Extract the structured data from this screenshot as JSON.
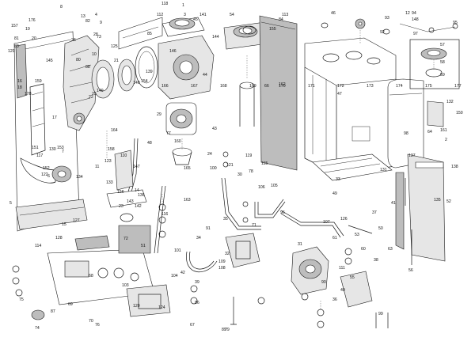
{
  "diagram": {
    "type": "exploded-parts-view",
    "part_labels": [
      "176",
      "157",
      "81",
      "83",
      "16",
      "18",
      "145",
      "159",
      "122",
      "17",
      "130",
      "7",
      "6",
      "134",
      "133",
      "158",
      "123",
      "11",
      "147",
      "14",
      "156",
      "23",
      "136",
      "1",
      "2",
      "3",
      "4",
      "5",
      "8",
      "9",
      "10",
      "12",
      "13",
      "15",
      "19",
      "20",
      "21",
      "22",
      "24",
      "25",
      "26",
      "28",
      "29",
      "30",
      "31",
      "32",
      "33",
      "34",
      "35",
      "36",
      "37",
      "38",
      "39",
      "40",
      "41",
      "42",
      "43",
      "44",
      "45",
      "46",
      "47",
      "48",
      "49",
      "50",
      "51",
      "52",
      "53",
      "54",
      "55",
      "56",
      "57",
      "58",
      "59",
      "60",
      "61",
      "63",
      "64",
      "66",
      "67",
      "68",
      "69",
      "70",
      "71",
      "72",
      "73",
      "74",
      "75",
      "76",
      "77",
      "78",
      "79",
      "80",
      "82",
      "84",
      "85",
      "86",
      "87",
      "88",
      "89",
      "90",
      "91",
      "92",
      "93",
      "94",
      "95",
      "96",
      "97",
      "98",
      "99",
      "100",
      "101",
      "103",
      "104",
      "105",
      "106",
      "107",
      "108",
      "109",
      "110",
      "111",
      "112",
      "113",
      "114",
      "115",
      "116",
      "117",
      "118",
      "119",
      "120",
      "121",
      "124",
      "125",
      "126",
      "127",
      "128",
      "129",
      "131",
      "132",
      "135",
      "137",
      "138",
      "139",
      "140",
      "141",
      "142",
      "143",
      "144",
      "146",
      "148",
      "149",
      "150",
      "151",
      "152",
      "153",
      "154",
      "155",
      "160",
      "161",
      "162",
      "163",
      "164",
      "165",
      "166",
      "167",
      "168",
      "169",
      "170",
      "171",
      "172",
      "173",
      "174",
      "175",
      "177",
      "178"
    ]
  }
}
